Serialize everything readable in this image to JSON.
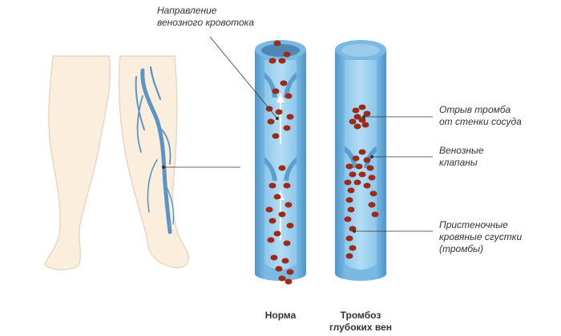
{
  "labels": {
    "flow_direction": "Направление\nвенозного кровотока",
    "clot_detach": "Отрыв тромба\nот стенки сосуда",
    "valves": "Венозные\nклапаны",
    "wall_clots": "Пристеночные\nкровяные сгустки\n(тромбы)",
    "normal": "Норма",
    "dvt": "Тромбоз\nглубоких вен"
  },
  "colors": {
    "skin": "#fbeedd",
    "skin_outline": "#e8d7c2",
    "vein": "#5b95c6",
    "vessel": "#79b9e3",
    "vessel_dark": "#4f95c8",
    "lumen": "#a9d6f2",
    "blood_cell": "#9c2a16",
    "blood_cell_light": "#c2472b",
    "arrow": "#ffffff",
    "leader_line": "#333333"
  }
}
